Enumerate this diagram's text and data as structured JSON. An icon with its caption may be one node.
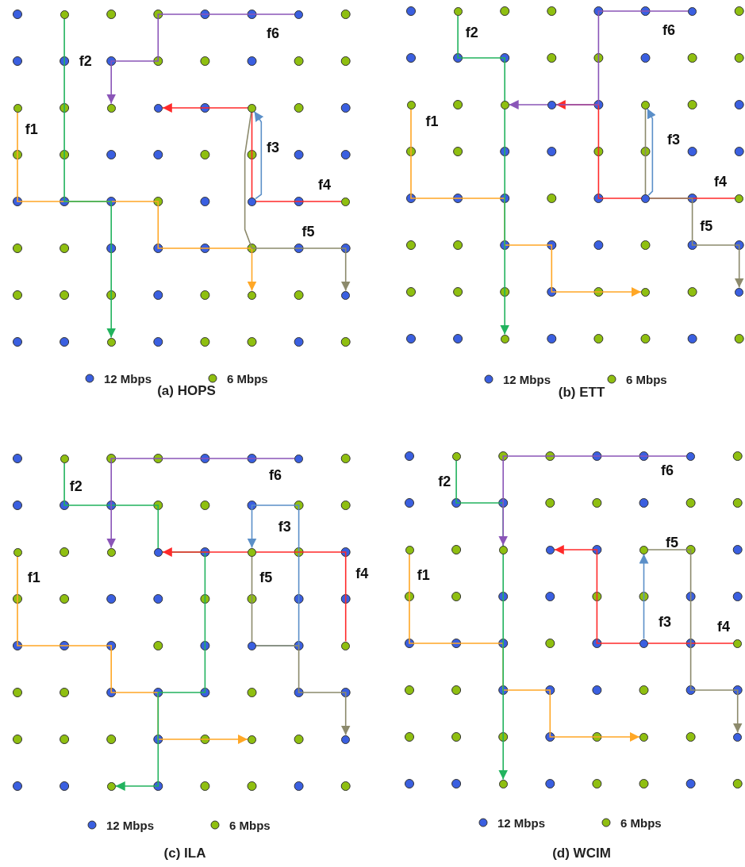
{
  "diagram": {
    "nodes": [
      {
        "text": [],
        "shape": "circle"
      },
      {
        "text": [],
        "shape": "circle"
      },
      {
        "text": [],
        "shape": "circle"
      },
      {
        "text": [],
        "shape": "circle"
      },
      {
        "text": [],
        "shape": "circle"
      },
      {
        "text": [],
        "shape": "circle"
      },
      {
        "text": [],
        "shape": "circle"
      },
      {
        "text": [],
        "shape": "circle"
      },
      {
        "text": [],
        "shape": "circle"
      },
      {
        "text": [],
        "shape": "circle"
      },
      {
        "text": [],
        "shape": "circle"
      },
      {
        "text": [],
        "shape": "circle"
      },
      {
        "text": [],
        "shape": "circle"
      },
      {
        "text": [],
        "shape": "circle"
      },
      {
        "text": [],
        "shape": "circle"
      },
      {
        "text": [],
        "shape": "circle"
      },
      {
        "text": [],
        "shape": "circle"
      },
      {
        "text": [],
        "shape": "circle"
      },
      {
        "text": [],
        "shape": "circle"
      },
      {
        "text": [],
        "shape": "circle"
      },
      {
        "text": [],
        "shape": "circle"
      },
      {
        "text": [],
        "shape": "circle"
      },
      {
        "text": [],
        "shape": "circle"
      },
      {
        "text": [],
        "shape": "circle"
      },
      {
        "text": [],
        "shape": "circle"
      },
      {
        "text": [],
        "shape": "circle"
      },
      {
        "text": [],
        "shape": "circle"
      },
      {
        "text": [],
        "shape": "circle"
      },
      {
        "text": [],
        "shape": "circle"
      },
      {
        "text": [],
        "shape": "circle"
      },
      {
        "text": [],
        "shape": "circle"
      },
      {
        "text": [],
        "shape": "circle"
      },
      {
        "text": [],
        "shape": "circle"
      },
      {
        "text": [],
        "shape": "circle"
      },
      {
        "text": [],
        "shape": "circle"
      },
      {
        "text": [],
        "shape": "circle"
      },
      {
        "text": [],
        "shape": "circle"
      },
      {
        "text": [],
        "shape": "circle"
      },
      {
        "text": [],
        "shape": "circle"
      },
      {
        "text": [],
        "shape": "circle"
      },
      {
        "text": [],
        "shape": "circle"
      },
      {
        "text": [],
        "shape": "circle"
      },
      {
        "text": [],
        "shape": "circle"
      },
      {
        "text": [],
        "shape": "circle"
      }
    ],
    "edges": [
      {
        "from": 2,
        "to": 8,
        "arrow": "to",
        "label": "f1",
        "color": "#ffa726"
      },
      {
        "from": 0,
        "to": 10,
        "arrow": "to",
        "label": "f2",
        "color": "#22b35e"
      },
      {
        "from": 6,
        "to": 5,
        "arrow": "to",
        "label": "f3",
        "color": "#5b8fc8"
      },
      {
        "from": 7,
        "to": 4,
        "arrow": "to",
        "label": "f4",
        "color": "#ff2a2a"
      },
      {
        "from": 5,
        "to": 9,
        "arrow": "to",
        "label": "f5",
        "color": "#8c8a6c"
      },
      {
        "from": 1,
        "to": 3,
        "arrow": "to",
        "label": "f6",
        "color": "#8a55b8"
      },
      {
        "from": 13,
        "to": 19,
        "arrow": "to",
        "label": "f1",
        "color": "#ffa726"
      },
      {
        "from": 11,
        "to": 21,
        "arrow": "to",
        "label": "f2",
        "color": "#22b35e"
      },
      {
        "from": 17,
        "to": 16,
        "arrow": "to",
        "label": "f3",
        "color": "#5b8fc8"
      },
      {
        "from": 18,
        "to": 15,
        "arrow": "to",
        "label": "f4",
        "color": "#ff2a2a"
      },
      {
        "from": 16,
        "to": 20,
        "arrow": "to",
        "label": "f5",
        "color": "#8c8a6c"
      },
      {
        "from": 12,
        "to": 14,
        "arrow": "to",
        "label": "f6",
        "color": "#8a55b8"
      },
      {
        "from": 24,
        "to": 30,
        "arrow": "to",
        "label": "f1",
        "color": "#ffa726"
      },
      {
        "from": 22,
        "to": 32,
        "arrow": "to",
        "label": "f2",
        "color": "#22b35e"
      },
      {
        "from": 28,
        "to": 27,
        "arrow": "to",
        "label": "f3",
        "color": "#5b8fc8"
      },
      {
        "from": 29,
        "to": 26,
        "arrow": "to",
        "label": "f4",
        "color": "#ff2a2a"
      },
      {
        "from": 27,
        "to": 31,
        "arrow": "to",
        "label": "f5",
        "color": "#8c8a6c"
      },
      {
        "from": 23,
        "to": 25,
        "arrow": "to",
        "label": "f6",
        "color": "#8a55b8"
      },
      {
        "from": 35,
        "to": 41,
        "arrow": "to",
        "label": "f1",
        "color": "#ffa726"
      },
      {
        "from": 33,
        "to": 43,
        "arrow": "to",
        "label": "f2",
        "color": "#22b35e"
      },
      {
        "from": 39,
        "to": 38,
        "arrow": "to",
        "label": "f3",
        "color": "#5b8fc8"
      },
      {
        "from": 40,
        "to": 37,
        "arrow": "to",
        "label": "f4",
        "color": "#ff2a2a"
      },
      {
        "from": 38,
        "to": 42,
        "arrow": "to",
        "label": "f5",
        "color": "#8c8a6c"
      },
      {
        "from": 34,
        "to": 36,
        "arrow": "to",
        "label": "f6",
        "color": "#8a55b8"
      }
    ],
    "labels": [
      "(a) HOPS",
      "(b) ETT",
      "(c) ILA",
      "(d) WCIM"
    ],
    "legend": [
      {
        "text": "12 Mbps",
        "color": "#3a5fe0"
      },
      {
        "text": "6 Mbps",
        "color": "#8fbf10"
      },
      {
        "text": "12 Mbps",
        "color": "#3a5fe0"
      },
      {
        "text": "6 Mbps",
        "color": "#8fbf10"
      },
      {
        "text": "12 Mbps",
        "color": "#3a5fe0"
      },
      {
        "text": "6 Mbps",
        "color": "#8fbf10"
      },
      {
        "text": "12 Mbps",
        "color": "#3a5fe0"
      },
      {
        "text": "6 Mbps",
        "color": "#8fbf10"
      }
    ]
  }
}
